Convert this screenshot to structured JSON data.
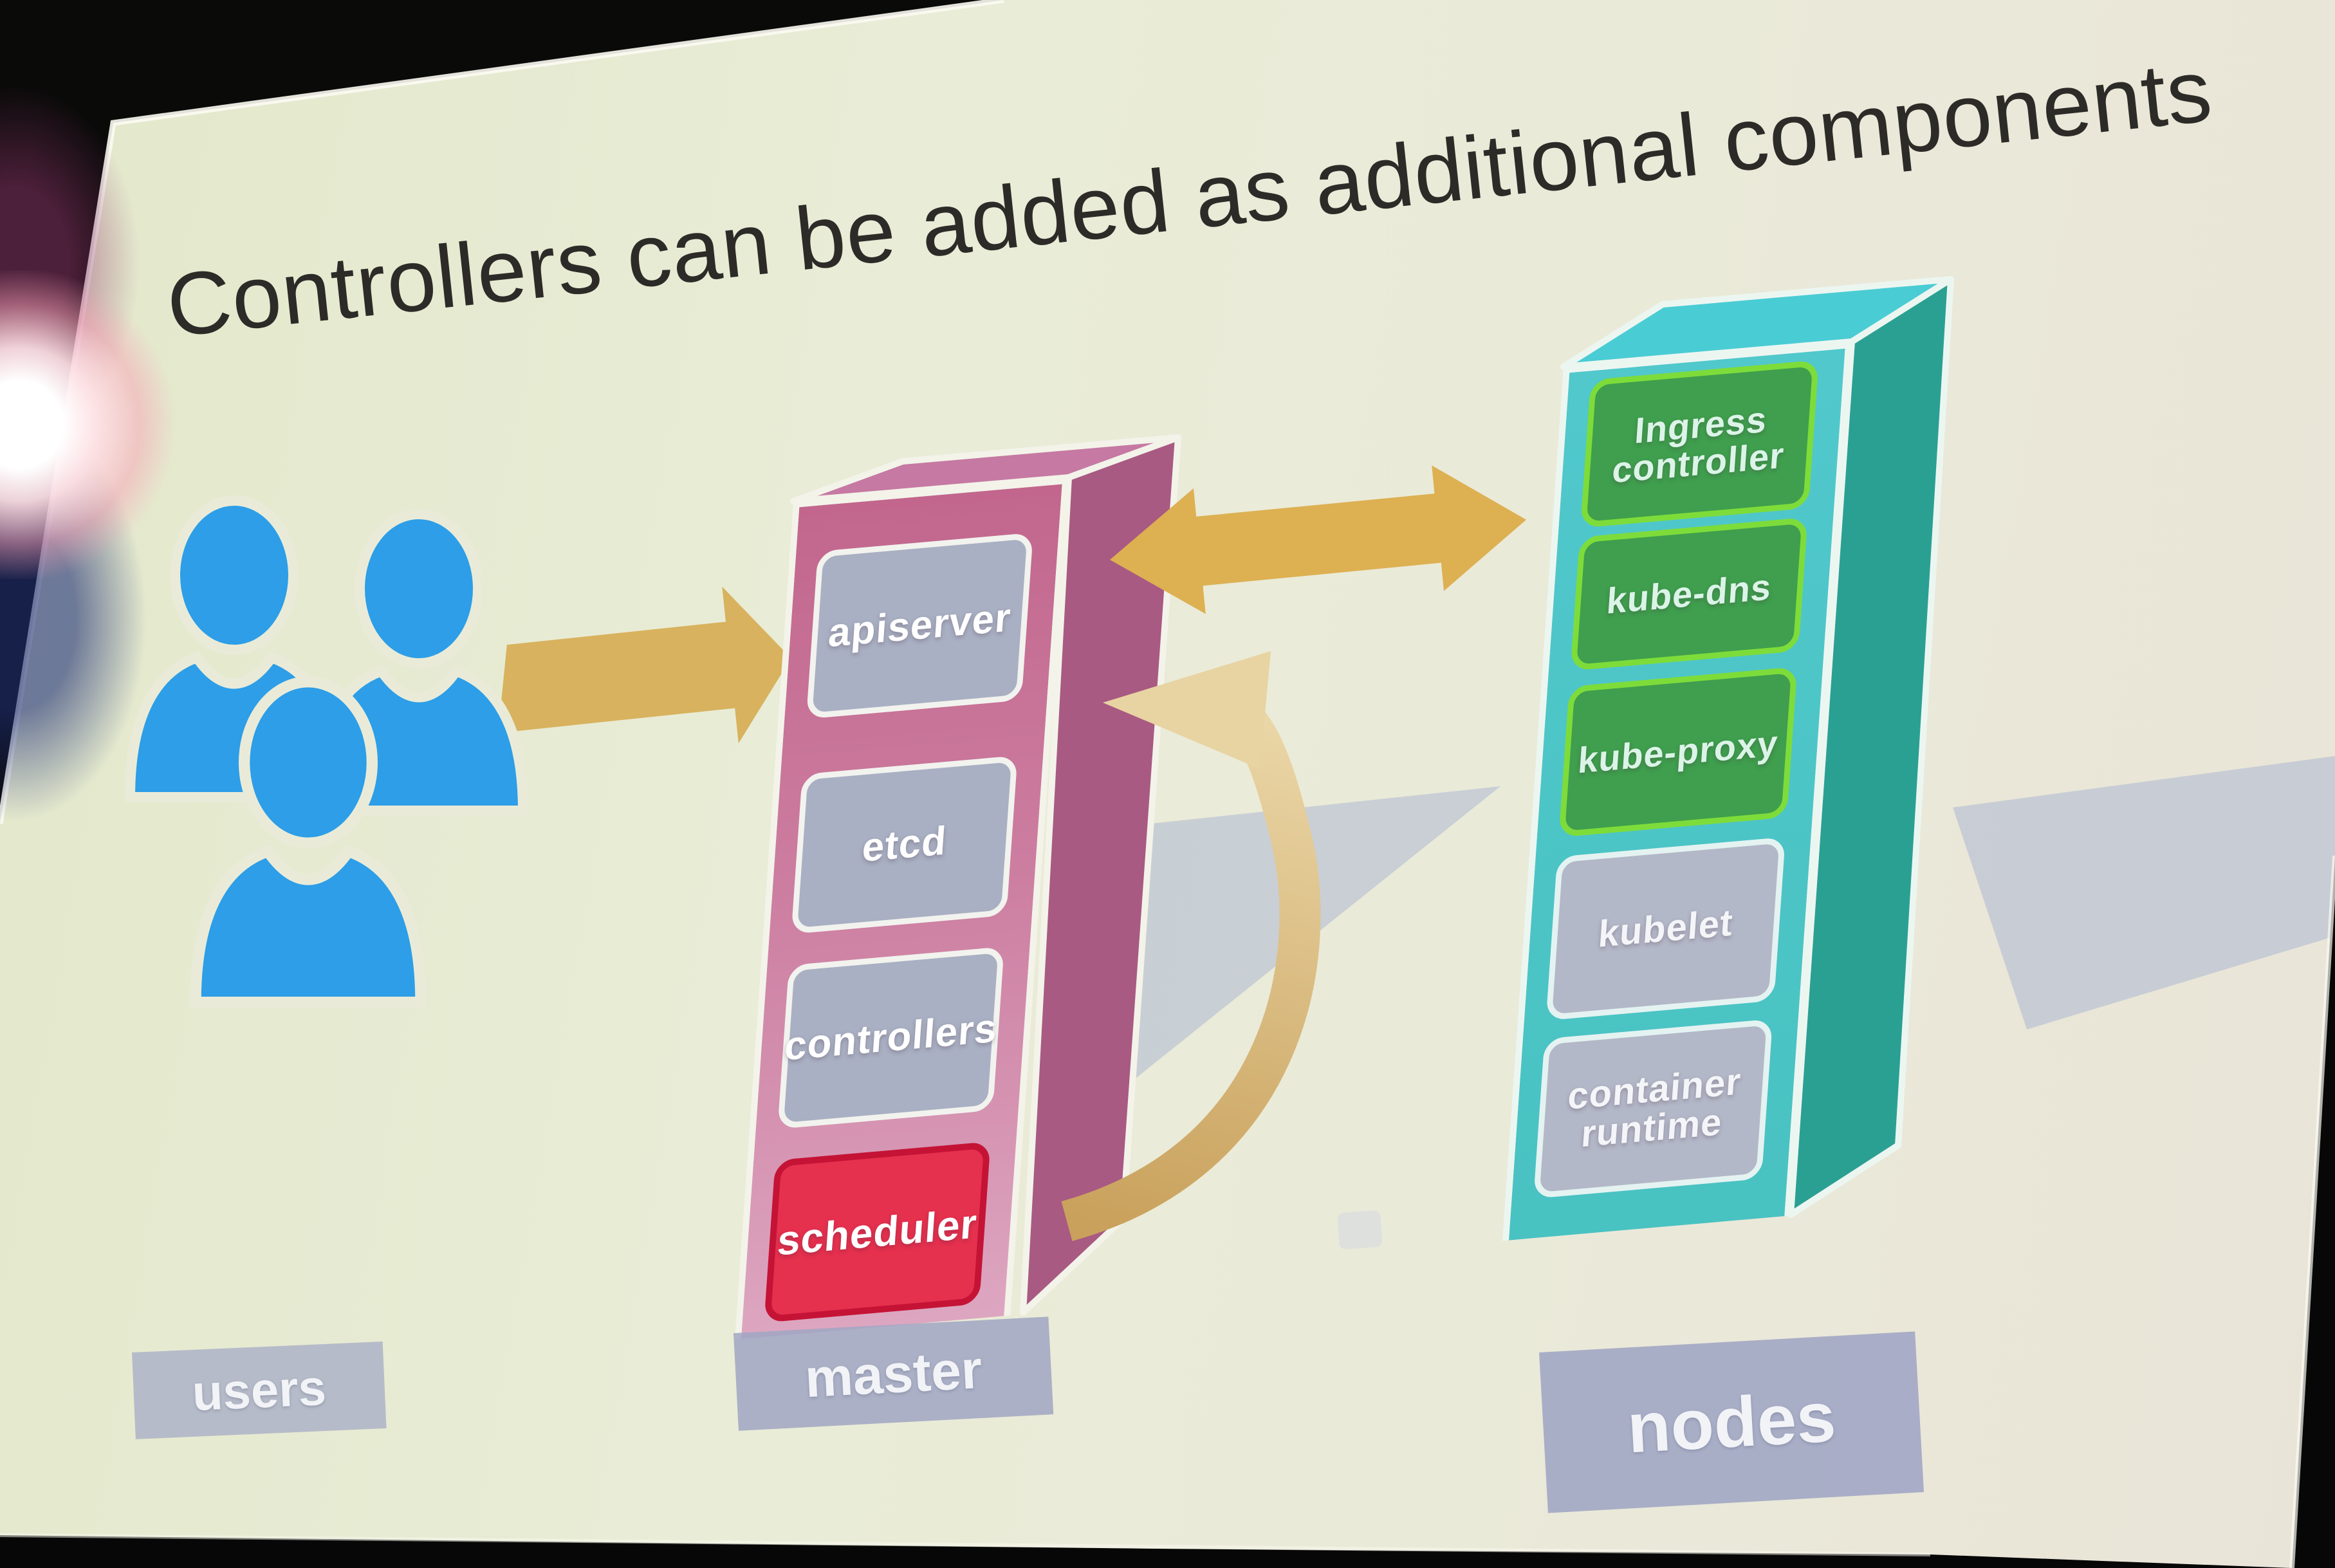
{
  "slide": {
    "title": "Controllers can be added as additional components"
  },
  "diagram": {
    "users": {
      "label": "users",
      "icon": "users-group-icon"
    },
    "master": {
      "label": "master",
      "components": [
        {
          "label": "apiserver",
          "style": "gray"
        },
        {
          "label": "etcd",
          "style": "gray"
        },
        {
          "label": "controllers",
          "style": "gray"
        },
        {
          "label": "scheduler",
          "style": "red-highlight"
        }
      ]
    },
    "nodes": {
      "label": "nodes",
      "components": [
        {
          "label": "Ingress controller",
          "style": "green-addon"
        },
        {
          "label": "kube-dns",
          "style": "green-addon"
        },
        {
          "label": "kube-proxy",
          "style": "green-addon"
        },
        {
          "label": "kubelet",
          "style": "gray"
        },
        {
          "label": "container runtime",
          "style": "gray"
        }
      ]
    },
    "arrows": [
      {
        "name": "users-to-apiserver",
        "type": "single-right",
        "color": "#d8b25e"
      },
      {
        "name": "apiserver-to-nodes",
        "type": "double-headed",
        "color": "#ddb052"
      },
      {
        "name": "scheduler-to-apiserver",
        "type": "curved-loop",
        "color": "#e2c795"
      }
    ]
  },
  "colors": {
    "slide_background": "#e9ebd8",
    "master_front": "#c4688f",
    "master_side": "#a85a82",
    "nodes_front": "#4cc4c6",
    "nodes_side": "#2aa093",
    "addon_green": "#3f9f4e",
    "addon_border_green": "#7edc3a",
    "component_gray": "#a9b0c3",
    "highlight_red": "#e5304e",
    "arrow_gold": "#ddb052",
    "users_blue": "#2d9ee7",
    "zone_label_gray": "#a9aec9",
    "photo_frame_black": "#070707"
  }
}
